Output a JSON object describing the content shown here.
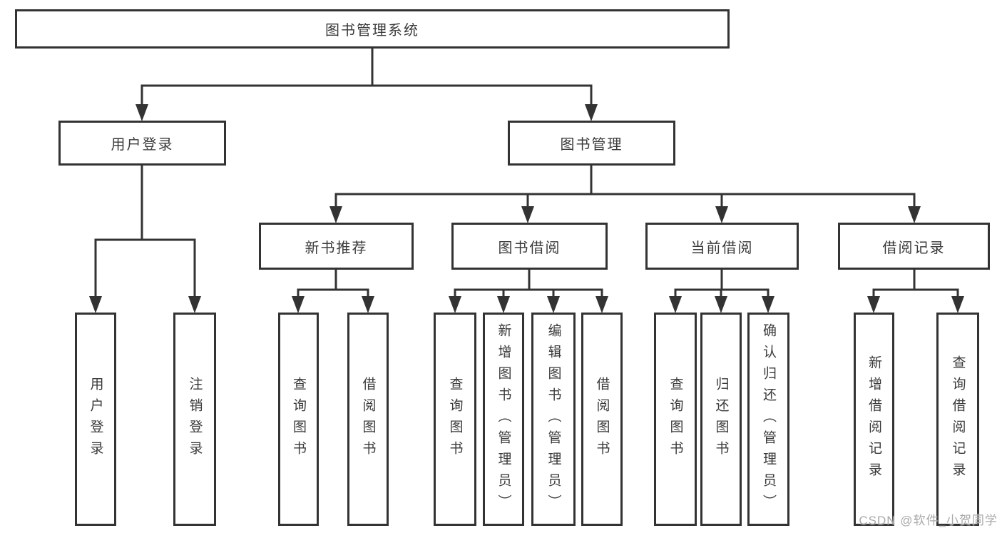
{
  "tree": {
    "label": "图书管理系统",
    "children": [
      {
        "label": "用户登录",
        "children": [
          {
            "label": "用户登录"
          },
          {
            "label": "注销登录"
          }
        ]
      },
      {
        "label": "图书管理",
        "children": [
          {
            "label": "新书推荐",
            "children": [
              {
                "label": "查询图书"
              },
              {
                "label": "借阅图书"
              }
            ]
          },
          {
            "label": "图书借阅",
            "children": [
              {
                "label": "查询图书"
              },
              {
                "label": "新增图书（管理员）"
              },
              {
                "label": "编辑图书（管理员）"
              },
              {
                "label": "借阅图书"
              }
            ]
          },
          {
            "label": "当前借阅",
            "children": [
              {
                "label": "查询图书"
              },
              {
                "label": "归还图书"
              },
              {
                "label": "确认归还（管理员）"
              }
            ]
          },
          {
            "label": "借阅记录",
            "children": [
              {
                "label": "新增借阅记录"
              },
              {
                "label": "查询借阅记录"
              }
            ]
          }
        ]
      }
    ]
  },
  "watermark": "CSDN @软件_小贺同学",
  "colors": {
    "line": "#333333",
    "box_border": "#333333",
    "box_background": "#ffffff",
    "text": "#3a3a3a",
    "watermark": "#a9a9a9",
    "page_background": "#ffffff"
  }
}
